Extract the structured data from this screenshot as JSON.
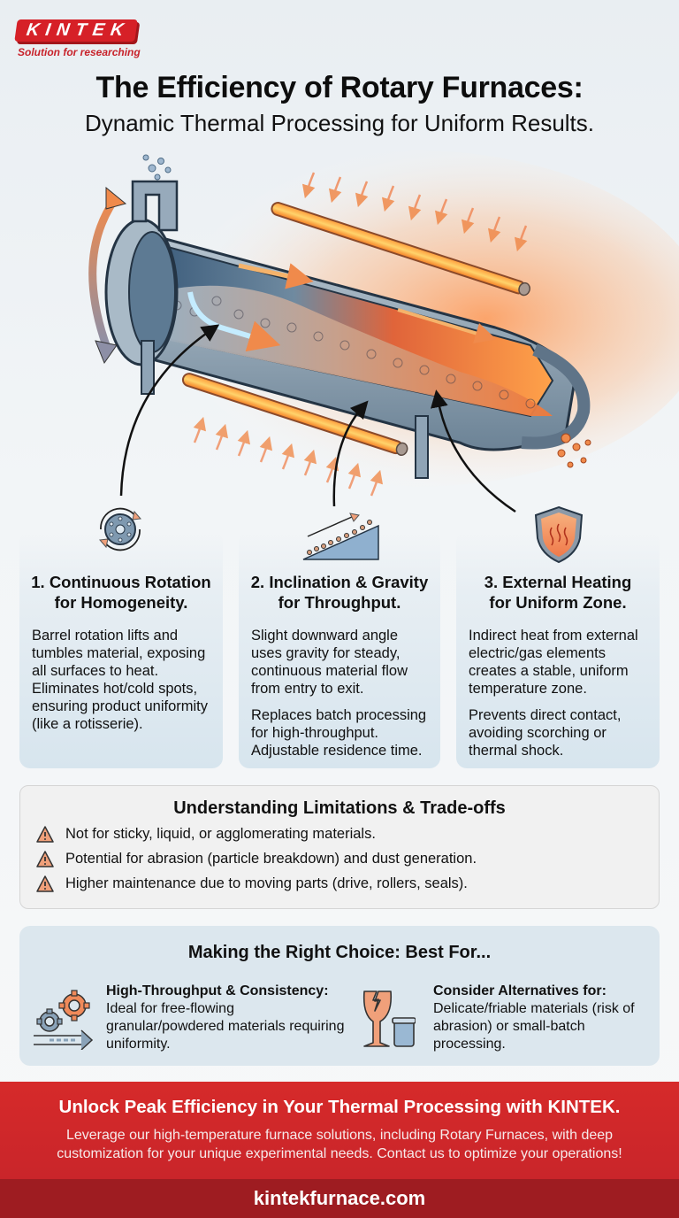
{
  "brand": {
    "name": "KINTEK",
    "tagline": "Solution for researching",
    "color": "#d62027"
  },
  "header": {
    "title": "The Efficiency of Rotary Furnaces:",
    "subtitle": "Dynamic Thermal Processing for Uniform Results."
  },
  "illustration": {
    "icon": "rotary-furnace-cutaway",
    "elements": [
      "rotation-arrow-icon",
      "feed-hopper",
      "heating-element-top",
      "heating-element-bottom",
      "material-flow-arrows",
      "discharge-end"
    ]
  },
  "principles": [
    {
      "icon": "rotating-drum-icon",
      "title_line1": "1. Continuous Rotation",
      "title_line2": "for Homogeneity.",
      "body": [
        "Barrel rotation lifts and tumbles material, exposing all surfaces to heat. Eliminates hot/cold spots, ensuring product uniformity (like a rotisserie)."
      ]
    },
    {
      "icon": "incline-ramp-icon",
      "title_line1": "2. Inclination & Gravity",
      "title_line2": "for Throughput.",
      "body": [
        "Slight downward angle uses gravity for steady, continuous material flow from entry to exit.",
        "Replaces batch processing for high-throughput. Adjustable residence time."
      ]
    },
    {
      "icon": "heat-shield-icon",
      "title_line1": "3. External Heating",
      "title_line2": "for Uniform Zone.",
      "body": [
        "Indirect heat from external electric/gas elements creates a stable, uniform temperature zone.",
        "Prevents direct contact, avoiding scorching or thermal shock."
      ]
    }
  ],
  "limitations": {
    "title": "Understanding Limitations & Trade-offs",
    "icon": "warning-icon",
    "items": [
      "Not for sticky, liquid, or agglomerating materials.",
      "Potential for abrasion (particle breakdown) and dust generation.",
      "Higher maintenance due to moving parts (drive, rollers, seals)."
    ]
  },
  "choice": {
    "title": "Making the Right Choice: Best For...",
    "best": {
      "icon": "gears-conveyor-icon",
      "heading": "High-Throughput & Consistency:",
      "text": "Ideal for free-flowing granular/powdered materials requiring uniformity."
    },
    "alternatives": {
      "icon": "broken-glass-jar-icon",
      "heading": "Consider Alternatives for:",
      "text": "Delicate/friable materials (risk of abrasion) or small-batch processing."
    }
  },
  "cta": {
    "title": "Unlock Peak Efficiency in Your Thermal Processing with KINTEK.",
    "body": "Leverage our high-temperature furnace solutions, including Rotary Furnaces, with deep customization for your unique experimental needs. Contact us to optimize your operations!",
    "color": "#d62a2a"
  },
  "footer": {
    "url": "kintekfurnace.com",
    "color": "#9e1c21"
  }
}
